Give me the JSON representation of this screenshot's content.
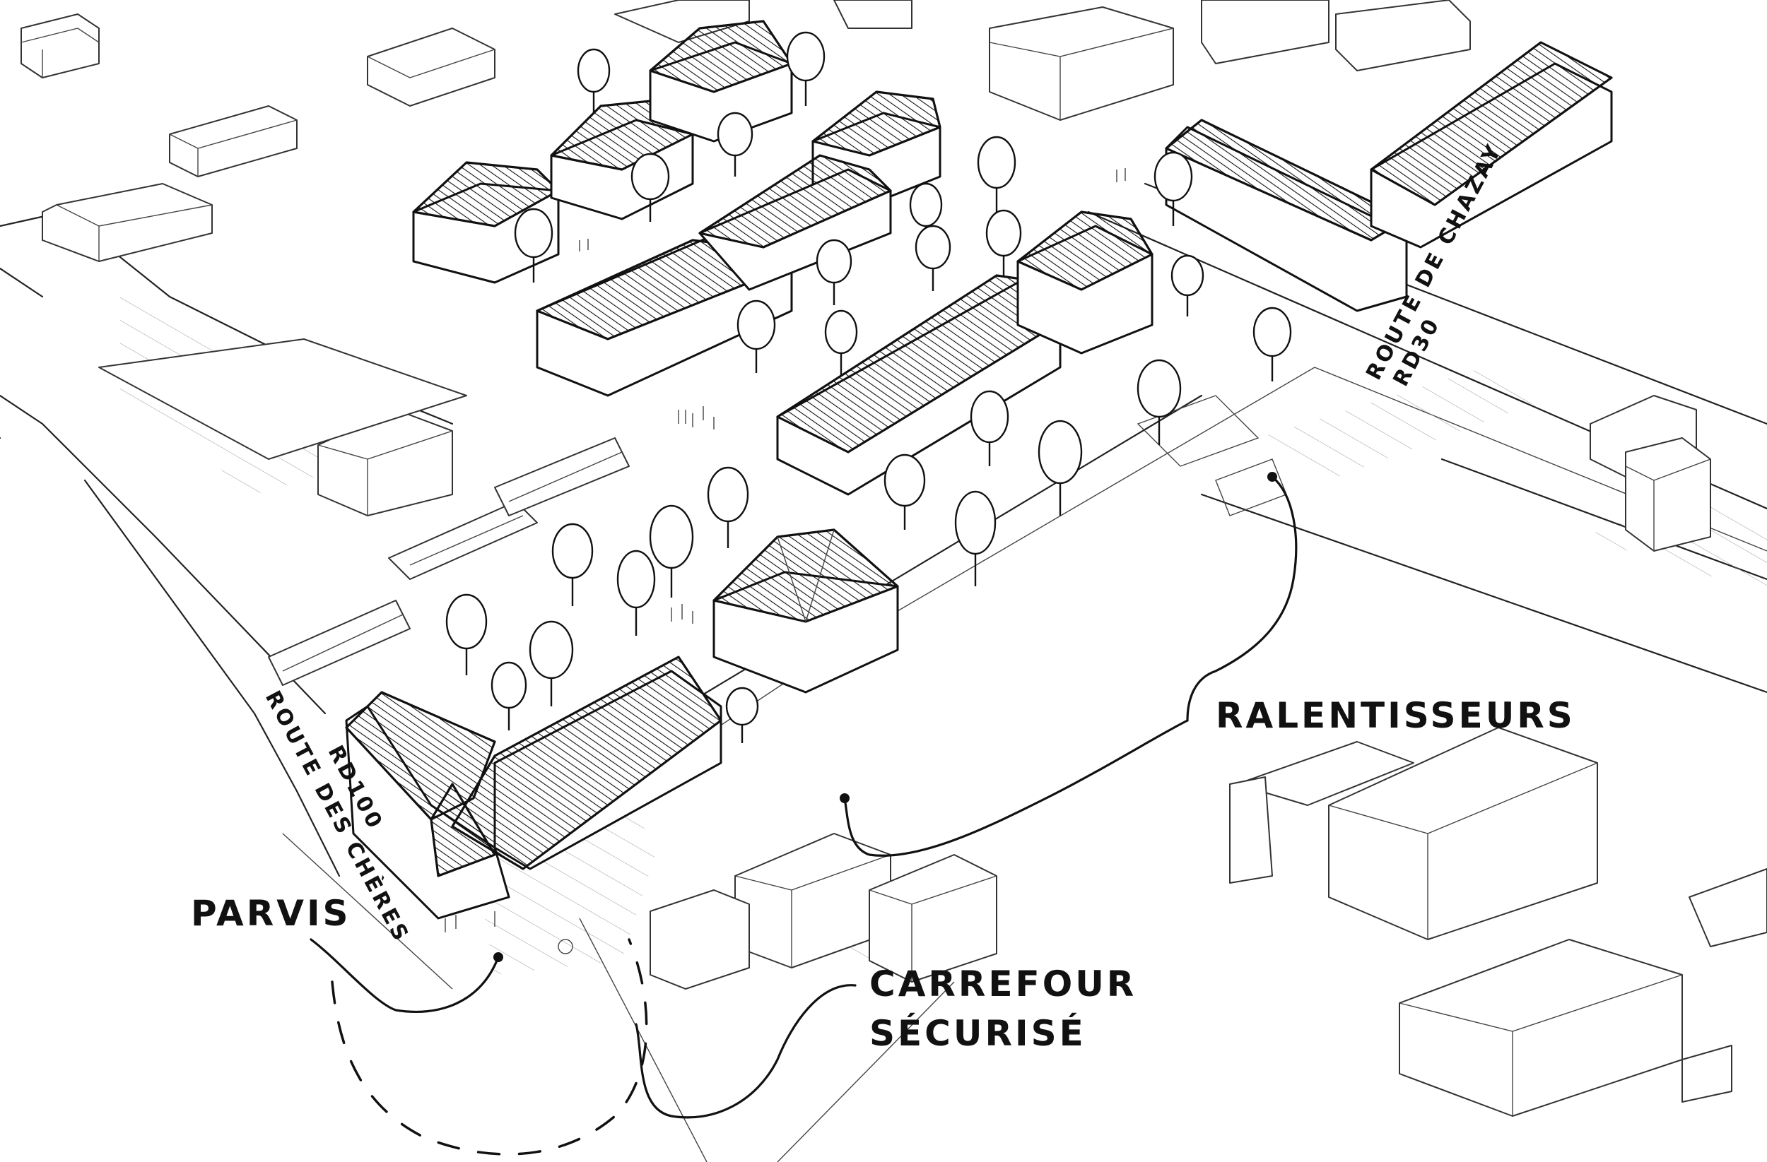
{
  "labels": {
    "parvis": "PARVIS",
    "ralentisseurs": "RALENTISSEURS",
    "carrefour_line1": "CARREFOUR",
    "carrefour_line2": "SÉCURISÉ",
    "route_chazay_line1": "ROUTE DE CHAZAY",
    "route_chazay_line2": "RD30",
    "route_cheres_line1": "ROUTE DES CHÈRES",
    "route_cheres_line2": "RD100"
  }
}
